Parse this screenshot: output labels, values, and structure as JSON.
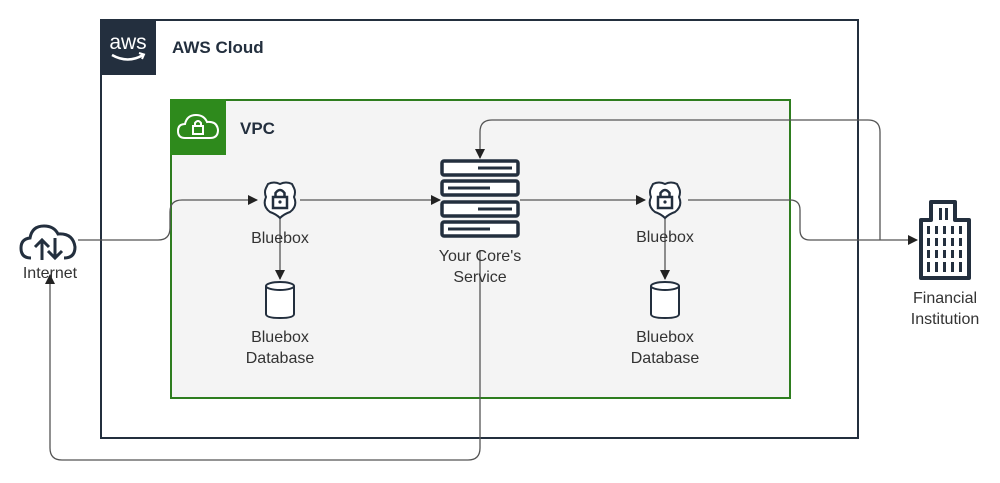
{
  "aws_cloud": {
    "title": "AWS Cloud",
    "logo_text": "aws"
  },
  "vpc": {
    "title": "VPC"
  },
  "nodes": {
    "internet": {
      "label": "Internet",
      "icon": "cloud-upload-download-icon"
    },
    "bluebox_left": {
      "label": "Bluebox",
      "icon": "shield-lock-icon"
    },
    "bluebox_db_left": {
      "label_line1": "Bluebox",
      "label_line2": "Database",
      "icon": "database-cylinder-icon"
    },
    "core_service": {
      "label_line1": "Your Core's",
      "label_line2": "Service",
      "icon": "server-rack-icon"
    },
    "bluebox_right": {
      "label": "Bluebox",
      "icon": "shield-lock-icon"
    },
    "bluebox_db_right": {
      "label_line1": "Bluebox",
      "label_line2": "Database",
      "icon": "database-cylinder-icon"
    },
    "financial_institution": {
      "label_line1": "Financial",
      "label_line2": "Institution",
      "icon": "office-building-icon"
    }
  },
  "colors": {
    "aws_dark": "#232f3e",
    "vpc_green": "#2e8a1c",
    "vpc_bg": "#f4f4f4",
    "connector": "#555555"
  }
}
